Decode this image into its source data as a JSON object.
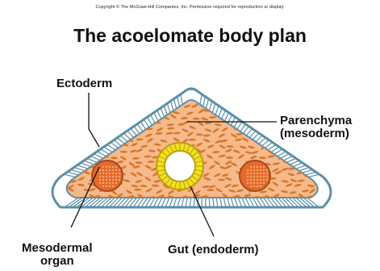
{
  "copyright": "Copyright © The McGraw-Hill Companies, Inc. Permission required for reproduction or display.",
  "title": "The acoelomate body plan",
  "labels": {
    "ectoderm": "Ectoderm",
    "parenchyma_line1": "Parenchyma",
    "parenchyma_line2": "(mesoderm)",
    "mesodermal_line1": "Mesodermal",
    "mesodermal_line2": "organ",
    "gut": "Gut (endoderm)"
  },
  "colors": {
    "ectoderm_border": "#5a8fa8",
    "ectoderm_fill": "#ffffff",
    "parenchyma_fill": "#f6b98a",
    "parenchyma_cells": "#d8772f",
    "organ_fill": "#e46a2c",
    "organ_dots": "#f5a86e",
    "gut_ring": "#f3e020",
    "gut_ring_edge": "#b9a010",
    "leader_line": "#111111"
  }
}
